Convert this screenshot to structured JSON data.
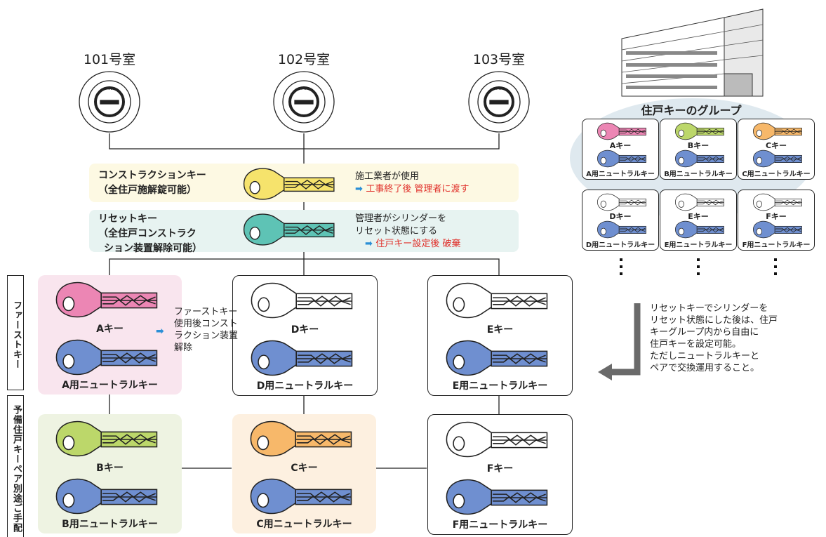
{
  "rooms": [
    "101号室",
    "102号室",
    "103号室"
  ],
  "construction": {
    "title_line1": "コンストラクションキー",
    "title_line2": "（全住戸施解錠可能）",
    "note_line1": "施工業者が使用",
    "note_line2": "工事終了後 管理者に渡す",
    "key_color": "#f6e36c"
  },
  "reset": {
    "title_line1": "リセットキー",
    "title_line2": "（全住戸コンストラク",
    "title_line3": "ション装置解除可能）",
    "note_line1": "管理者がシリンダーを",
    "note_line2": "リセット状態にする",
    "note_line3": "住戸キー設定後 破棄",
    "key_color": "#5ec3b5"
  },
  "side_tabs": {
    "first": "ファーストキー",
    "spare": "予備住戸キーペア別途ご手配"
  },
  "first_note": [
    "ファーストキー",
    "使用後コンスト",
    "ラクション装置",
    "解除"
  ],
  "boxes": [
    {
      "key": "Aキー",
      "neutral": "A用ニュートラルキー",
      "color": "#ec86b4",
      "bg": "#f9e5ee"
    },
    {
      "key": "Dキー",
      "neutral": "D用ニュートラルキー",
      "color": "#ffffff",
      "bg": ""
    },
    {
      "key": "Eキー",
      "neutral": "E用ニュートラルキー",
      "color": "#ffffff",
      "bg": ""
    },
    {
      "key": "Bキー",
      "neutral": "B用ニュートラルキー",
      "color": "#bcd76a",
      "bg": "#eef3e2"
    },
    {
      "key": "Cキー",
      "neutral": "C用ニュートラルキー",
      "color": "#f7b86a",
      "bg": "#fdf0e0"
    },
    {
      "key": "Fキー",
      "neutral": "F用ニュートラルキー",
      "color": "#ffffff",
      "bg": ""
    }
  ],
  "neutral_color": "#6f8fd0",
  "group": {
    "title": "住戸キーのグループ",
    "cards": [
      {
        "key": "Aキー",
        "neutral": "A用ニュートラルキー",
        "color": "#ec86b4"
      },
      {
        "key": "Bキー",
        "neutral": "B用ニュートラルキー",
        "color": "#bcd76a"
      },
      {
        "key": "Cキー",
        "neutral": "C用ニュートラルキー",
        "color": "#f7b86a"
      },
      {
        "key": "Dキー",
        "neutral": "D用ニュートラルキー",
        "color": "#ffffff"
      },
      {
        "key": "Eキー",
        "neutral": "E用ニュートラルキー",
        "color": "#ffffff"
      },
      {
        "key": "Fキー",
        "neutral": "F用ニュートラルキー",
        "color": "#ffffff"
      }
    ]
  },
  "explain": [
    "リセットキーでシリンダーを",
    "リセット状態にした後は、住戸",
    "キーグループ内から自由に",
    "住戸キーを設定可能。",
    "ただしニュートラルキーと",
    "ペアで交換運用すること。"
  ]
}
